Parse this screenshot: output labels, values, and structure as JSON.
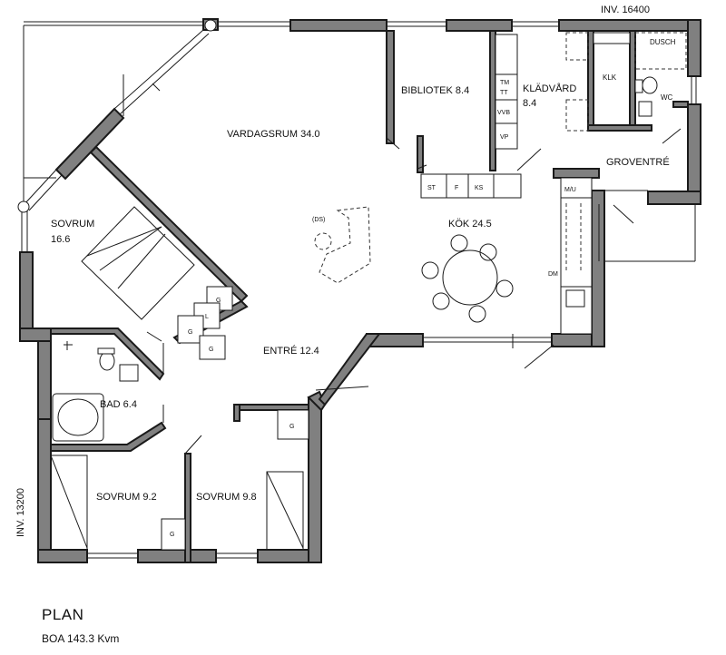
{
  "plan": {
    "title": "PLAN",
    "area": "BOA 143.3 Kvm",
    "dimension_width": "INV. 16400",
    "dimension_depth": "INV. 13200"
  },
  "rooms": {
    "vardagsrum": "VARDAGSRUM 34.0",
    "bibliotek": "BIBLIOTEK 8.4",
    "kladvard_name": "KLÄDVÅRD",
    "kladvard_area": "8.4",
    "sovrum_main_name": "SOVRUM",
    "sovrum_main_area": "16.6",
    "kok": "KÖK 24.5",
    "entre": "ENTRÉ 12.4",
    "bad": "BAD 6.4",
    "sovrum_a": "SOVRUM 9.2",
    "sovrum_b": "SOVRUM 9.8",
    "groventre": "GROVENTRÉ",
    "dusch": "DUSCH",
    "klk": "KLK",
    "wc": "WC"
  },
  "fixtures": {
    "tm": "TM",
    "tt": "TT",
    "vvb": "VVB",
    "vp": "VP",
    "st": "ST",
    "f": "F",
    "ks": "KS",
    "mu": "M/U",
    "dm": "DM",
    "ds": "(DS)",
    "g": "G",
    "l": "L"
  }
}
